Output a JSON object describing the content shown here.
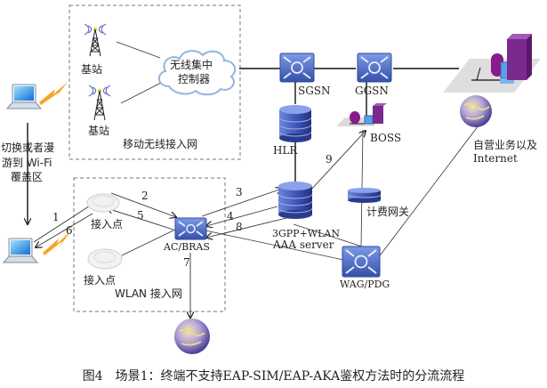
{
  "figure": {
    "caption": "图4　场景1：终端不支持EAP-SIM/EAP-AKA鉴权方法时的分流流程"
  },
  "regions": {
    "mobile_access_network": "移动无线接入网",
    "wlan_access_network": "WLAN 接入网"
  },
  "nodes": {
    "base_station_1": "基站",
    "base_station_2": "基站",
    "wireless_controller_line1": "无线集中",
    "wireless_controller_line2": "控制器",
    "sgsn": "SGSN",
    "ggsn": "GGSN",
    "hlr": "HLR",
    "boss": "BOSS",
    "aaa_line1": "3GPP+WLAN",
    "aaa_line2": "AAA server",
    "billing_gateway": "计费网关",
    "wag_pdg": "WAG/PDG",
    "ac_bras": "AC/BRAS",
    "access_point_1": "接入点",
    "access_point_2": "接入点",
    "services_line1": "自营业务以及",
    "services_line2": "Internet",
    "handover_line1": "切换或者漫",
    "handover_line2": "游到 Wi-Fi",
    "handover_line3": "覆盖区",
    "internet_globe_label": "Internet"
  },
  "steps": [
    "1",
    "2",
    "3",
    "4",
    "5",
    "6",
    "7",
    "8",
    "9"
  ],
  "colors": {
    "device_blue": "#4a6fc9",
    "device_purple": "#7a2a8c",
    "lightning_orange": "#f5a623",
    "dashed_border": "#777777",
    "line": "#333333"
  }
}
